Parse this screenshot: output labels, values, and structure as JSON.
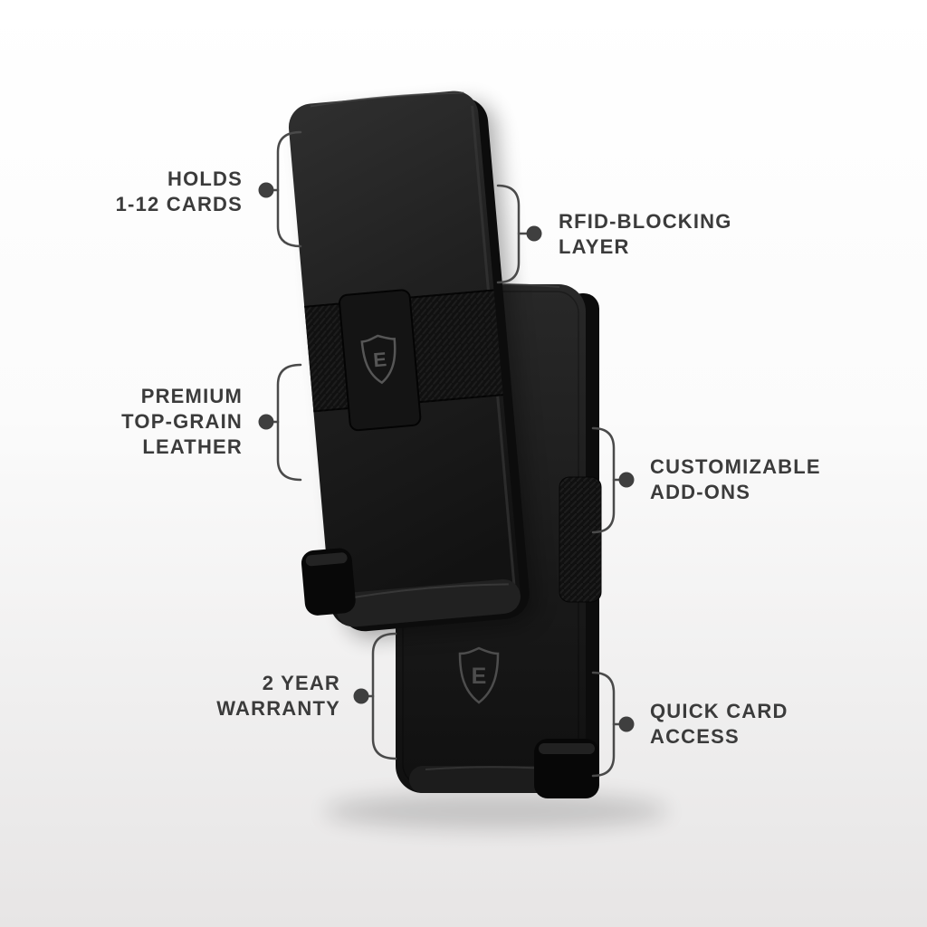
{
  "brand": {
    "initial": "E"
  },
  "callouts": [
    {
      "id": "holds-cards",
      "side": "left",
      "text": "HOLDS\n1-12 CARDS"
    },
    {
      "id": "rfid-blocking",
      "side": "right",
      "text": "RFID-BLOCKING\nLAYER"
    },
    {
      "id": "premium-leather",
      "side": "left",
      "text": "PREMIUM\nTOP-GRAIN\nLEATHER"
    },
    {
      "id": "customizable-addons",
      "side": "right",
      "text": "CUSTOMIZABLE\nADD-ONS"
    },
    {
      "id": "warranty",
      "side": "left",
      "text": "2 YEAR\nWARRANTY"
    },
    {
      "id": "quick-access",
      "side": "right",
      "text": "QUICK CARD\nACCESS"
    }
  ],
  "colors": {
    "background_top": "#ffffff",
    "background_bottom": "#e7e5e5",
    "callout_text": "#3b3b3b",
    "callout_line": "#4a4a4a",
    "callout_dot": "#3f3f3f",
    "wallet_black": "#1c1c1c"
  }
}
